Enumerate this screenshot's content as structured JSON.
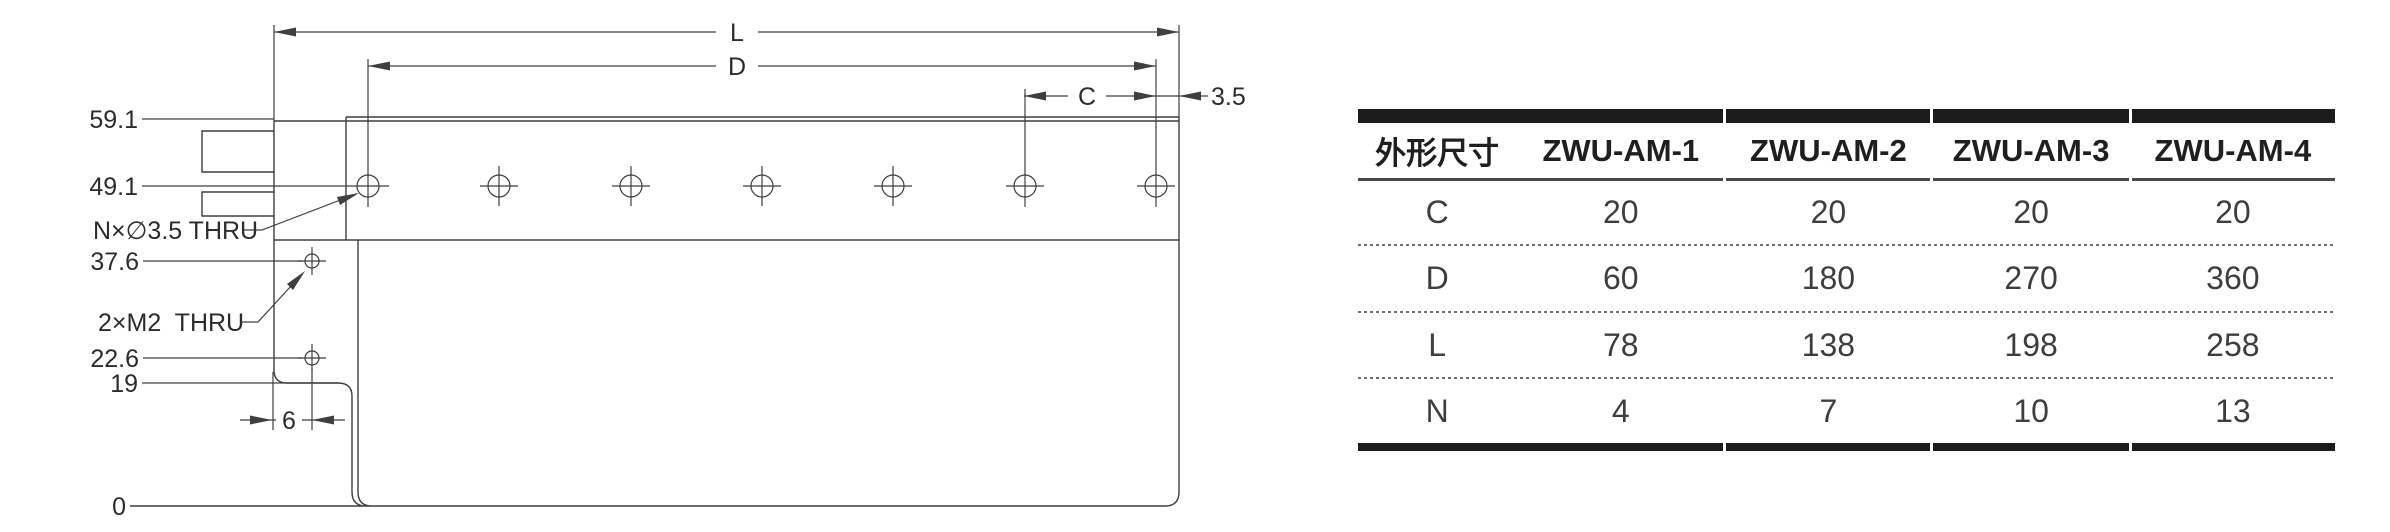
{
  "drawing": {
    "dims": {
      "length": "L",
      "hole_span": "D",
      "hole_pitch": "C",
      "edge_offset": "3.5",
      "side_offset": "6"
    },
    "labels": {
      "top_flange": "59.1",
      "hole_axis": "49.1",
      "hole_note": "N×∅3.5 THRU",
      "m2_upper": "37.6",
      "m2_note": "2×M2  THRU",
      "m2_lower": "22.6",
      "step": "19",
      "base": "0"
    },
    "colors": {
      "line": "#3f3f3f",
      "text": "#2c2c2c"
    }
  },
  "table": {
    "headers": [
      "外形尺寸",
      "ZWU-AM-1",
      "ZWU-AM-2",
      "ZWU-AM-3",
      "ZWU-AM-4"
    ],
    "rows": [
      [
        "C",
        "20",
        "20",
        "20",
        "20"
      ],
      [
        "D",
        "60",
        "180",
        "270",
        "360"
      ],
      [
        "L",
        "78",
        "138",
        "198",
        "258"
      ],
      [
        "N",
        "4",
        "7",
        "10",
        "13"
      ]
    ],
    "colors": {
      "bar": "#1c1c1c",
      "header_rule": "#4a4a4a",
      "row_rule": "#6f6f6f",
      "text": "#3e3e3e"
    }
  }
}
